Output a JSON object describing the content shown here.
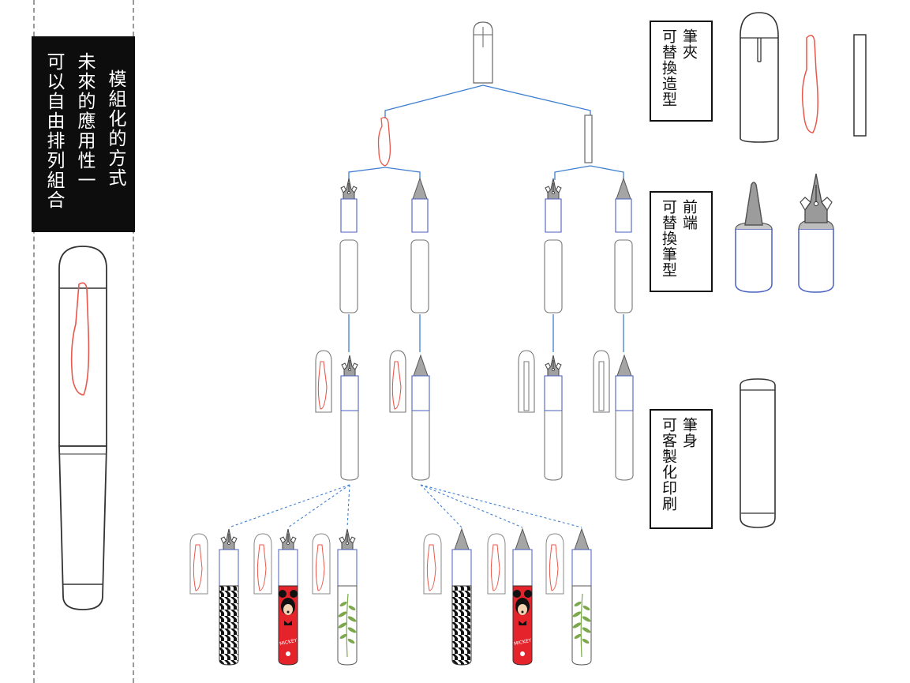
{
  "intro": {
    "heading": "模組化的方式",
    "line1": "未來的應用性一",
    "line2": "可以自由排列組合"
  },
  "labels": {
    "clip": {
      "title": "筆夾",
      "desc": "可替換造型"
    },
    "front": {
      "title": "前端",
      "desc": "可替換筆型"
    },
    "body": {
      "title": "筆身",
      "desc": "可客製化印刷"
    }
  },
  "prints": {
    "mickey": "MICKEY"
  },
  "colors": {
    "outline": "#555555",
    "clip_red": "#e8574b",
    "connector_blue": "#3f7fd1",
    "tip_gray": "#9c9c9c",
    "fern_green": "#7aa84a",
    "mickey_red": "#e5232b"
  }
}
